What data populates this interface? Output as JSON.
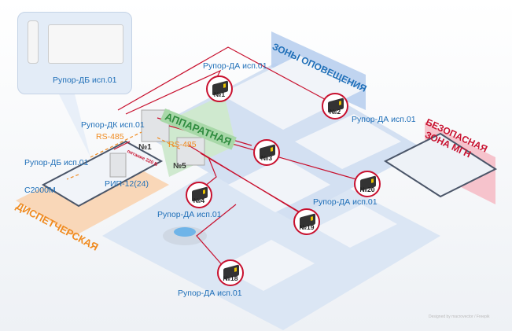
{
  "callout": {
    "label": "Рупор-ДБ исп.01"
  },
  "equipment": {
    "dk_label": "Рупор-ДК исп.01",
    "db_label": "Рупор-ДБ исп.01",
    "rip_label": "РИП-12(24)",
    "c2000_label": "С2000М",
    "rs485_a": "RS-485",
    "rs485_b": "RS-485",
    "power_label": "питание 220 В",
    "unit1": "№1",
    "unit5": "№5"
  },
  "zones": {
    "apparatnaya": "АППАРАТНАЯ",
    "dispatcher": "ДИСПЕТЧЕРСКАЯ",
    "notification": "ЗОНЫ ОПОВЕЩЕНИЯ",
    "mgn_line1": "БЕЗОПАСНАЯ",
    "mgn_line2": "ЗОНА МГН"
  },
  "amplifiers": [
    {
      "num": "№1",
      "label": "Рупор-ДА исп.01"
    },
    {
      "num": "№2",
      "label": "Рупор-ДА исп.01"
    },
    {
      "num": "№3"
    },
    {
      "num": "№4",
      "label": "Рупор-ДА исп.01"
    },
    {
      "num": "№20"
    },
    {
      "num": "№19",
      "label": "Рупор-ДА исп.01"
    },
    {
      "num": "№18",
      "label": "Рупор-ДА исп.01"
    }
  ],
  "colors": {
    "line": "#c8102e",
    "blue_text": "#1f6fb8",
    "orange": "#f08a1e",
    "green_band": "#a8d8a8",
    "blue_band": "#b9cfee",
    "pink_band": "#f6c3cc"
  },
  "footer": "Designed by macrovector / Freepik"
}
